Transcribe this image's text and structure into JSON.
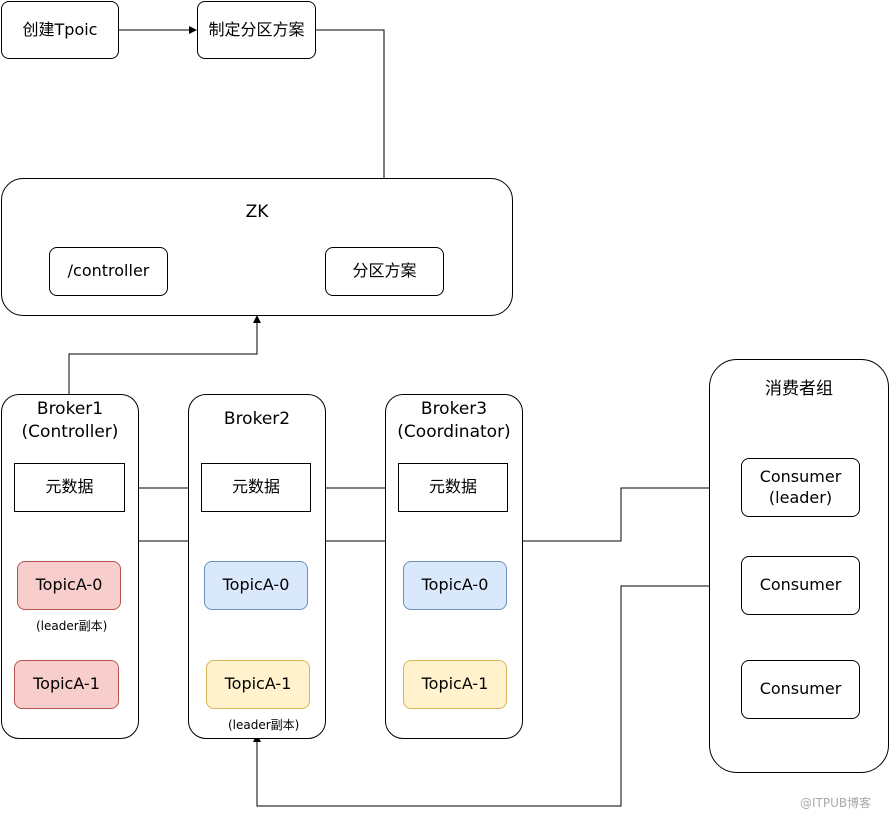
{
  "top": {
    "create_topic": "创建Tpoic",
    "make_plan": "制定分区方案"
  },
  "zk": {
    "title": "ZK",
    "controller_node": "/controller",
    "partition_plan_node": "分区方案"
  },
  "brokers": [
    {
      "title_line1": "Broker1",
      "title_line2": "(Controller)",
      "metadata": "元数据",
      "partitions": [
        {
          "label": "TopicA-0",
          "color": "#f8cecc"
        },
        {
          "label": "TopicA-1",
          "color": "#f8cecc"
        }
      ],
      "note": "(leader副本)"
    },
    {
      "title_line1": "Broker2",
      "title_line2": "",
      "metadata": "元数据",
      "partitions": [
        {
          "label": "TopicA-0",
          "color": "#dae8fc"
        },
        {
          "label": "TopicA-1",
          "color": "#fff2cc"
        }
      ],
      "note": "(leader副本)"
    },
    {
      "title_line1": "Broker3",
      "title_line2": "(Coordinator)",
      "metadata": "元数据",
      "partitions": [
        {
          "label": "TopicA-0",
          "color": "#dae8fc"
        },
        {
          "label": "TopicA-1",
          "color": "#fff2cc"
        }
      ],
      "note": ""
    }
  ],
  "consumer_group": {
    "title": "消费者组",
    "consumers": [
      {
        "line1": "Consumer",
        "line2": "(leader)"
      },
      {
        "line1": "Consumer",
        "line2": ""
      },
      {
        "line1": "Consumer",
        "line2": ""
      }
    ]
  },
  "watermark": "@ITPUB博客"
}
